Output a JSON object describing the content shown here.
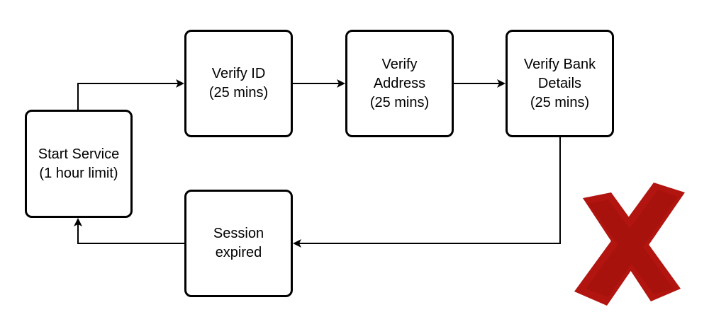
{
  "nodes": {
    "start": {
      "line1": "Start Service",
      "line2": "(1 hour limit)"
    },
    "verify_id": {
      "line1": "Verify ID",
      "line2": "(25 mins)"
    },
    "verify_address": {
      "line1": "Verify",
      "line2": "Address",
      "line3": "(25 mins)"
    },
    "verify_bank": {
      "line1": "Verify Bank",
      "line2": "Details",
      "line3": "(25 mins)"
    },
    "session_expired": {
      "line1": "Session",
      "line2": "expired"
    }
  },
  "edges": [
    {
      "from": "start",
      "to": "verify_id"
    },
    {
      "from": "verify_id",
      "to": "verify_address"
    },
    {
      "from": "verify_address",
      "to": "verify_bank"
    },
    {
      "from": "verify_bank",
      "to": "session_expired"
    },
    {
      "from": "session_expired",
      "to": "start"
    }
  ],
  "colors": {
    "stroke": "#000000",
    "fail_mark": "#b2150f",
    "fail_mark_shade": "#8c0d08"
  },
  "icons": {
    "fail_mark": "red-x-icon"
  }
}
